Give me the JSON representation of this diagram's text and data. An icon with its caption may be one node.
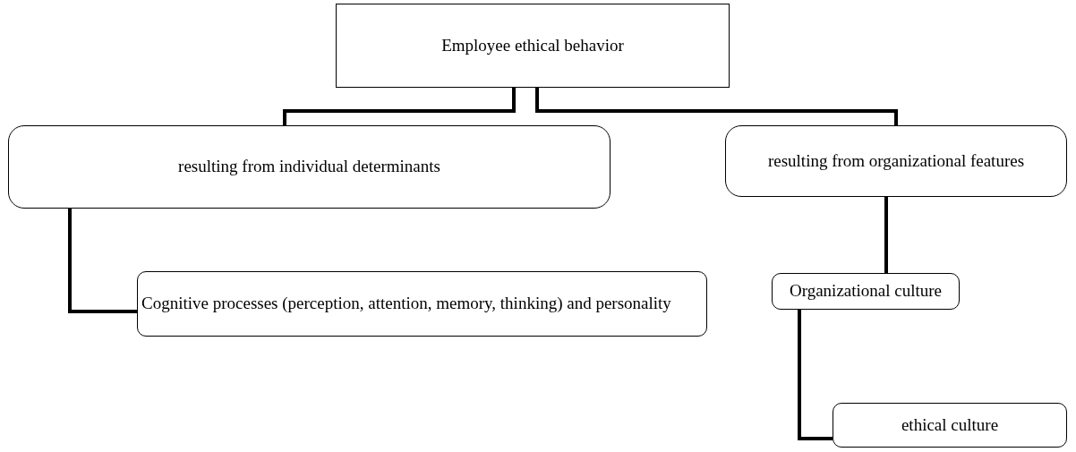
{
  "diagram": {
    "nodes": [
      {
        "text": [
          "Employee ethical behavior"
        ]
      },
      {
        "text": [
          "resulting from individual determinants"
        ]
      },
      {
        "text": [
          "resulting from organizational features"
        ]
      },
      {
        "text": [
          "Cognitive processes (perception, attention, memory, thinking)  and personality"
        ]
      },
      {
        "text": [
          "Organizational culture"
        ]
      },
      {
        "text": [
          "ethical culture"
        ]
      }
    ],
    "edges": [
      {
        "from": 0,
        "to": 1,
        "arrow": "none"
      },
      {
        "from": 0,
        "to": 2,
        "arrow": "none"
      },
      {
        "from": 1,
        "to": 3,
        "arrow": "none"
      },
      {
        "from": 2,
        "to": 4,
        "arrow": "none"
      },
      {
        "from": 4,
        "to": 5,
        "arrow": "none"
      }
    ]
  }
}
